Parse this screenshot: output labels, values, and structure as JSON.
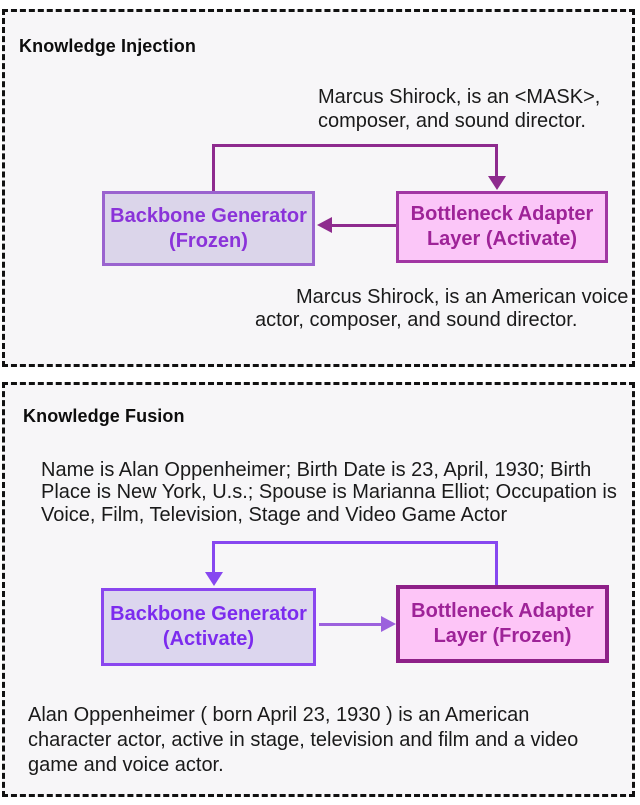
{
  "figure": {
    "background": "#ffffff",
    "panel_background": "#f7f6f8",
    "panel_border_color": "#111111",
    "body_text_color": "#1a1a1a"
  },
  "injection": {
    "title": "Knowledge Injection",
    "input_lines": [
      "Marcus Shirock, is an <MASK>,",
      "composer, and sound director."
    ],
    "backbone_box": {
      "line1": "Backbone Generator",
      "line2": "(Frozen)"
    },
    "adapter_box": {
      "line1": "Bottleneck Adapter",
      "line2": "Layer (Activate)"
    },
    "output_lines": [
      "Marcus Shirock, is an American voice",
      "actor, composer, and sound director."
    ],
    "colors": {
      "loop_arrow": "#8e2b8e",
      "transfer_arrow": "#8e2b8e",
      "backbone_border": "#9a63cf",
      "backbone_fill": "#dbd5ea",
      "backbone_text": "#8a33d9",
      "adapter_border": "#a136a3",
      "adapter_fill": "#fbc6f8",
      "adapter_text": "#9e2398"
    }
  },
  "fusion": {
    "title": "Knowledge Fusion",
    "input_lines": [
      "Name is Alan Oppenheimer; Birth Date is 23, April, 1930; Birth",
      "Place is New York, U.s.; Spouse is Marianna Elliot; Occupation is",
      "Voice, Film, Television, Stage and Video Game Actor"
    ],
    "backbone_box": {
      "line1": "Backbone Generator",
      "line2": "(Activate)"
    },
    "adapter_box": {
      "line1": "Bottleneck Adapter",
      "line2": "Layer (Frozen)"
    },
    "output_lines": [
      "Alan Oppenheimer ( born April 23, 1930 ) is an American",
      "character actor, active in stage, television and film and a video",
      "game and voice actor."
    ],
    "colors": {
      "loop_arrow": "#8747f0",
      "transfer_arrow": "#9c61dd",
      "backbone_border": "#8a46ef",
      "backbone_fill": "#dcd6ee",
      "backbone_text": "#7c2bee",
      "adapter_border": "#8e2088",
      "adapter_fill": "#fdc5f7",
      "adapter_text": "#9e2398"
    }
  }
}
